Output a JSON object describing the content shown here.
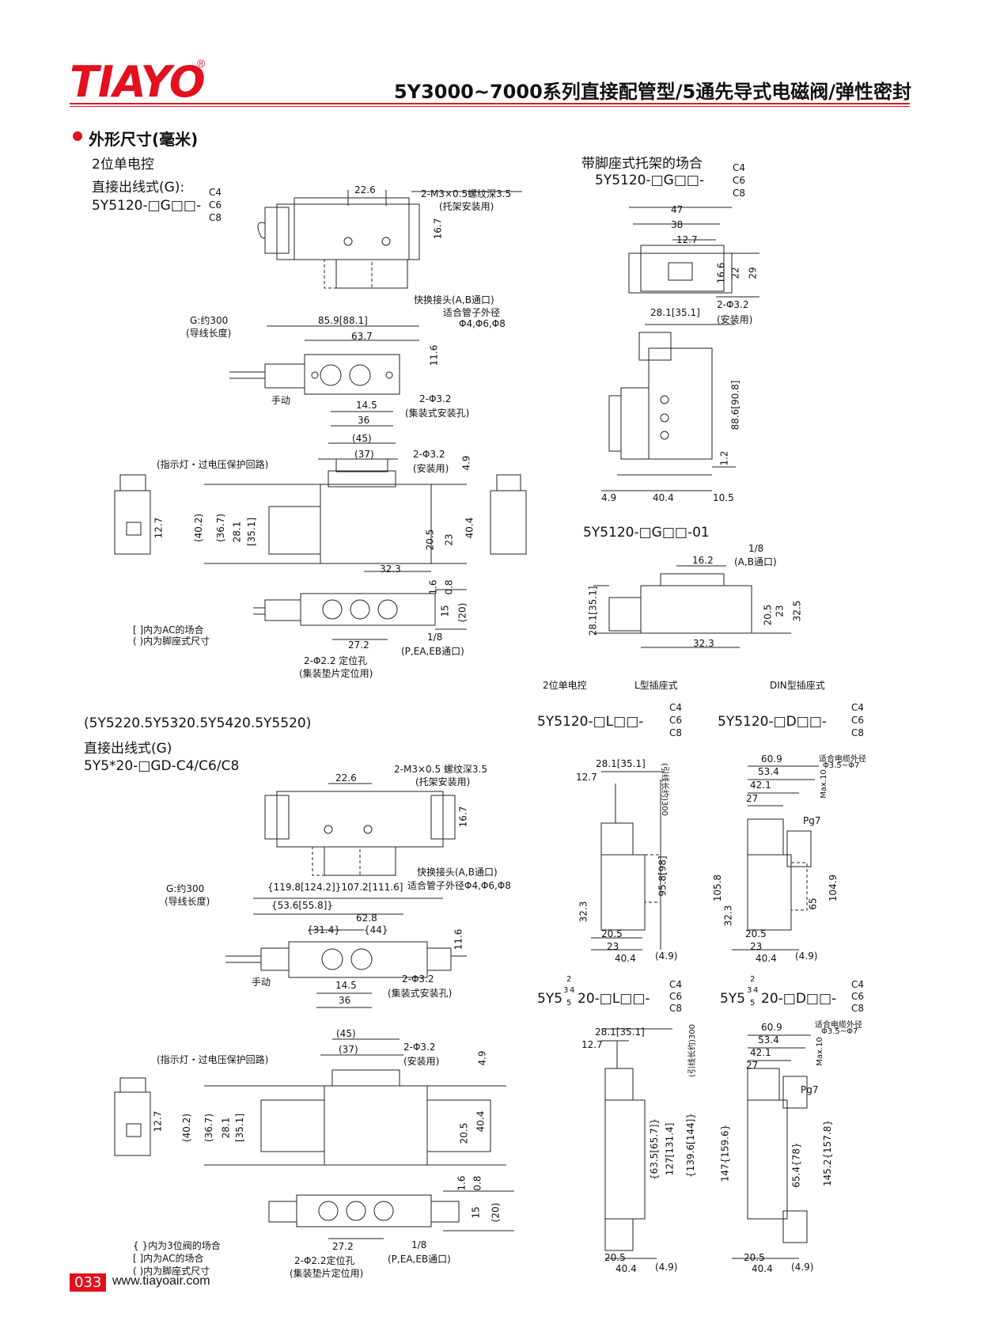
{
  "header": {
    "brand": "TIAYO",
    "registered": "®",
    "title": "5Y3000~7000系列直接配管型/5通先导式电磁阀/弹性密封"
  },
  "section": {
    "title": "外形尺寸(毫米)"
  },
  "left_top": {
    "line1": "2位单电控",
    "line2": "直接出线式(G):",
    "model": "5Y5120-□G□□-",
    "suffixes": [
      "C4",
      "C6",
      "C8"
    ],
    "dims": {
      "d22_6": "22.6",
      "screw_note": "2-M3×0.5螺纹深3.5",
      "screw_note2": "(托架安装用)",
      "d16_7": "16.7",
      "g_length": "G:约300",
      "g_length2": "(导线长度)",
      "d85_9": "85.9[88.1]",
      "fitting_note": "快换接头(A,B通口)",
      "fitting_note2": "适合管子外径",
      "fitting_note3": "Φ4,Φ6,Φ8",
      "d63_7": "63.7",
      "d11_6": "11.6",
      "manual": "手动",
      "d14_5": "14.5",
      "d36": "36",
      "hole_32": "2-Φ3.2",
      "hole_32_note": "(集装式安装孔)",
      "d45": "(45)",
      "d37": "(37)",
      "hole_32b": "2-Φ3.2",
      "hole_32b_note": "(安装用)",
      "d4_9": "4.9",
      "indicator": "(指示灯・过电压保护回路)",
      "d40_2": "(40.2)",
      "d36_7": "(36.7)",
      "d28_1": "28.1",
      "d35_1": "[35.1]",
      "d12_7": "12.7",
      "d20_5": "20.5",
      "d23": "23",
      "d40_4": "40.4",
      "d32_3": "32.3",
      "d1_6": "1.6",
      "d0_8": "0.8",
      "d15": "15",
      "d20p": "(20)",
      "d27_2": "27.2",
      "d1_8": "1/8",
      "port_note": "(P,EA,EB通口)",
      "locate": "2-Φ2.2 定位孔",
      "locate_note": "(集装垫片定位用)",
      "note1": "[ ]内为AC的场合",
      "note2": "( )内为脚座式尺寸"
    }
  },
  "right_top": {
    "title": "带脚座式托架的场合",
    "model": "5Y5120-□G□□-",
    "suffixes": [
      "C4",
      "C6",
      "C8"
    ],
    "dims": {
      "d47": "47",
      "d38": "38",
      "d12_7": "12.7",
      "d16_6": "16.6",
      "d22": "22",
      "d29": "29",
      "hole": "2-Φ3.2",
      "hole_note": "(安装用)",
      "d28_1": "28.1[35.1]",
      "d88_6": "88.6[90.8]",
      "d1_2": "1.2",
      "d4_9": "4.9",
      "d40_4": "40.4",
      "d10_5": "10.5"
    },
    "model01": "5Y5120-□G□□-01",
    "dims01": {
      "d1_8": "1/8",
      "d1_8_note": "(A,B通口)",
      "d16_2": "16.2",
      "d28_1": "28.1[35.1]",
      "d20_5": "20.5",
      "d23": "23",
      "d32_5": "32.5",
      "d32_3": "32.3"
    }
  },
  "right_mid": {
    "label1": "2位单电控",
    "label2": "L型插座式",
    "label3": "DIN型插座式",
    "model_l": "5Y5120-□L□□-",
    "model_d": "5Y5120-□D□□-",
    "suffixes": [
      "C4",
      "C6",
      "C8"
    ],
    "l_dims": {
      "d28_1": "28.1[35.1]",
      "d12_7": "12.7",
      "lead": "(引线长约)300",
      "d95_8": "95.8[98]",
      "d32_3": "32.3",
      "d20_5": "20.5",
      "d23": "23",
      "d40_4": "40.4",
      "d4_9": "(4.9)"
    },
    "d_dims": {
      "d60_9": "60.9",
      "d53_4": "53.4",
      "d42_1": "42.1",
      "d27": "27",
      "cable": "适合电缆外径",
      "cable2": "Φ3.5~Φ7",
      "max10": "Max.10",
      "pg7": "Pg7",
      "d105_8": "105.8",
      "d104_9": "104.9",
      "d65": "65",
      "d32_3": "32.3",
      "d20_5": "20.5",
      "d23": "23",
      "d40_4": "40.4",
      "d4_9": "(4.9)"
    }
  },
  "left_bottom": {
    "line1": "(5Y5220.5Y5320.5Y5420.5Y5520)",
    "line2": "直接出线式(G)",
    "line3": "5Y5*20-□GD-C4/C6/C8",
    "dims": {
      "d22_6": "22.6",
      "screw_note": "2-M3×0.5 螺纹深3.5",
      "screw_note2": "(托架安装用)",
      "d16_7": "16.7",
      "fitting_note": "快换接头(A,B通口)",
      "fitting_note2": "适合管子外径Φ4,Φ6,Φ8",
      "g_length": "G:约300",
      "g_length2": "(导线长度)",
      "d119_8": "{119.8[124.2]}107.2[111.6]",
      "d53_6": "{53.6[55.8]}",
      "d62_8": "62.8",
      "d31_4": "{31.4}",
      "d44": "{44}",
      "d11_6": "11.6",
      "manual": "手动",
      "d14_5": "14.5",
      "d36": "36",
      "hole": "2-Φ3.2",
      "hole_note": "(集装式安装孔)",
      "d45": "(45)",
      "d37": "(37)",
      "hole2": "2-Φ3.2",
      "hole2_note": "(安装用)",
      "d4_9": "4.9",
      "indicator": "(指示灯・过电压保护回路)",
      "d40_2": "(40.2)",
      "d36_7": "(36.7)",
      "d28_1": "28.1",
      "d35_1": "[35.1]",
      "d12_7": "12.7",
      "d20_5": "20.5",
      "d40_4": "40.4",
      "d1_6": "1.6",
      "d0_8": "0.8",
      "d15": "15",
      "d20p": "(20)",
      "d27_2": "27.2",
      "d1_8": "1/8",
      "port_note": "(P,EA,EB通口)",
      "locate": "2-Φ2.2定位孔",
      "locate_note": "(集装垫片定位用)",
      "note1": "{ }内为3位阀的场合",
      "note2": "[ ]内为AC的场合",
      "note3": "( )内为脚座式尺寸"
    }
  },
  "right_bottom": {
    "model_l_prefix": "5Y5",
    "model_l_suffix": "20-□L□□-",
    "model_d_prefix": "5Y5",
    "model_d_suffix": "20-□D□□-",
    "stack": [
      "2",
      "3",
      "4",
      "5"
    ],
    "suffixes": [
      "C4",
      "C6",
      "C8"
    ],
    "l_dims": {
      "d28_1": "28.1[35.1]",
      "d12_7": "12.7",
      "lead": "(引线长约)300",
      "d63_5": "{63.5[65.7]}",
      "d127": "127[131.4]",
      "d139_6": "{139.6[144]}",
      "d20_5": "20.5",
      "d40_4": "40.4",
      "d4_9": "(4.9)"
    },
    "d_dims": {
      "d60_9": "60.9",
      "d53_4": "53.4",
      "d42_1": "42.1",
      "d27": "27",
      "cable": "适合电缆外径",
      "cable2": "Φ3.5~Φ7",
      "max10": "Max.10",
      "pg7": "Pg7",
      "d147": "147{159.6}",
      "d65_4": "65.4{78}",
      "d145_2": "145.2{157.8}",
      "d20_5": "20.5",
      "d40_4": "40.4",
      "d4_9": "(4.9)"
    }
  },
  "footer": {
    "page": "033",
    "url": "www.tiayoair.com"
  }
}
